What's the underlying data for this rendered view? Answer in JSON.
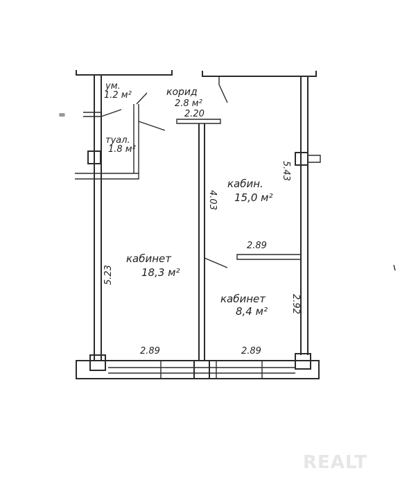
{
  "rooms": {
    "storage": {
      "name": "ум.",
      "area": "1.2 м²"
    },
    "corridor": {
      "name": "корид",
      "area": "2.8 м²"
    },
    "toilet": {
      "name": "туал.",
      "area": "1.8 м²"
    },
    "cabinet_left": {
      "name": "кабинет",
      "area": "18,3 м²"
    },
    "cabinet_upper_right": {
      "name": "кабин.",
      "area": "15,0 м²"
    },
    "cabinet_lower_right": {
      "name": "кабинет",
      "area": "8,4 м²"
    }
  },
  "dimensions": {
    "corridor_width": "2.20",
    "left_wall_length": "5.23",
    "middle_wall_length": "4.03",
    "right_upper_wall_length": "5.43",
    "partition_width": "2.89",
    "right_lower_wall_length": "2.92",
    "bottom_left_width": "2.89",
    "bottom_right_width": "2.89"
  },
  "side_mark": "=",
  "watermark": "REALT"
}
